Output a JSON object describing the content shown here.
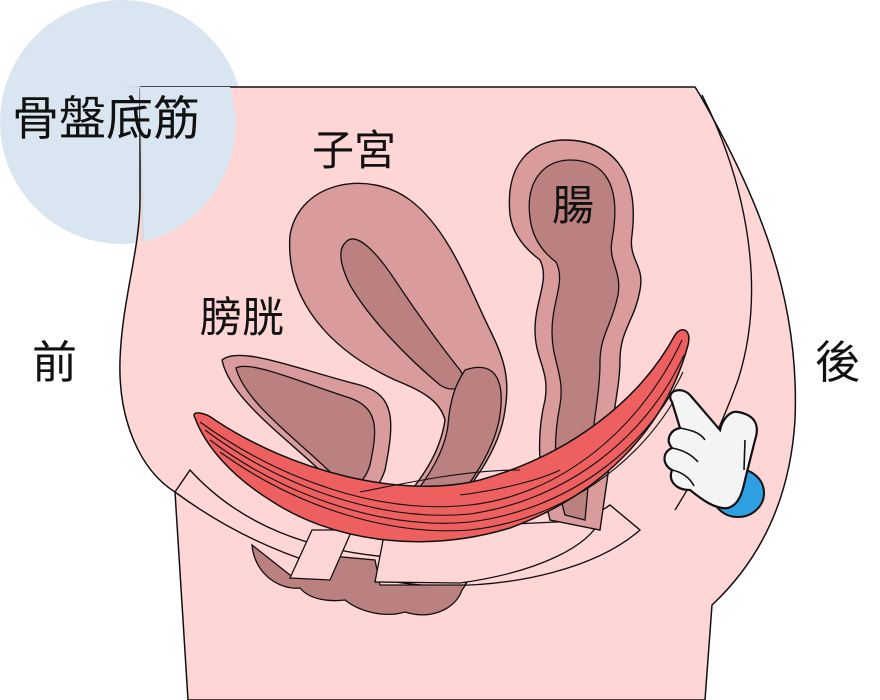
{
  "title": "骨盤底筋",
  "labels": {
    "uterus": "子宮",
    "intestine": "腸",
    "bladder": "膀胱",
    "front": "前",
    "back": "後"
  },
  "colors": {
    "title_circle": "#d9e6f2",
    "body_skin": "#ffd6d6",
    "organ_outer": "#d99b9b",
    "organ_inner": "#bb8080",
    "muscle": "#ee5f5f",
    "outline": "#111111",
    "glove": "#f4f4f4",
    "cuff": "#2e9fe0"
  },
  "icons": {
    "pointing_hand": "pointing-glove-icon"
  }
}
